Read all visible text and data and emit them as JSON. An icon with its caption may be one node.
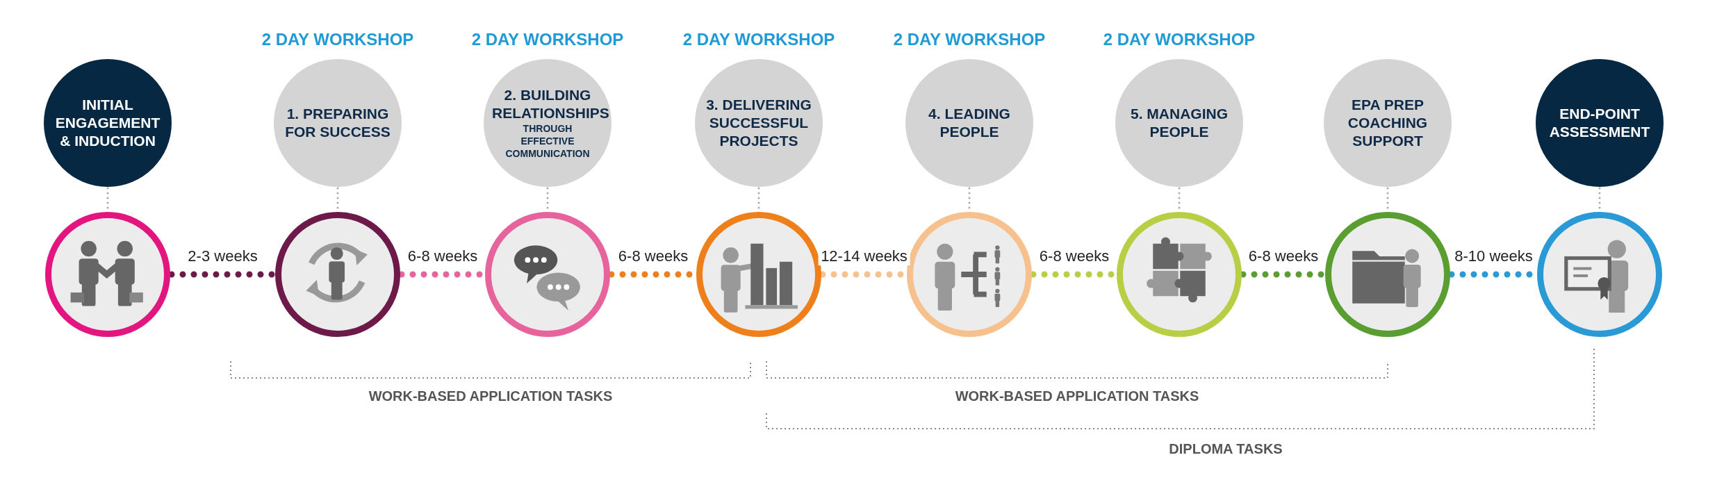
{
  "diagram": {
    "nodes": [
      {
        "text": [
          "INITIAL ENGAGEMENT & INDUCTION"
        ]
      },
      {
        "text": [
          "1. PREPARING FOR SUCCESS"
        ],
        "beside": [
          "2 DAY WORKSHOP"
        ]
      },
      {
        "text": [
          "2. BUILDING RELATIONSHIPS",
          "THROUGH EFFECTIVE COMMUNICATION"
        ],
        "beside": [
          "2 DAY WORKSHOP"
        ]
      },
      {
        "text": [
          "3. DELIVERING SUCCESSFUL PROJECTS"
        ],
        "beside": [
          "2 DAY WORKSHOP"
        ]
      },
      {
        "text": [
          "4. LEADING PEOPLE"
        ],
        "beside": [
          "2 DAY WORKSHOP"
        ]
      },
      {
        "text": [
          "5. MANAGING PEOPLE"
        ],
        "beside": [
          "2 DAY WORKSHOP"
        ]
      },
      {
        "text": [
          "EPA PREP COACHING SUPPORT"
        ]
      },
      {
        "text": [
          "END-POINT ASSESSMENT"
        ]
      },
      {
        "text": [],
        "shape": "circle"
      },
      {
        "text": [],
        "shape": "circle"
      },
      {
        "text": [],
        "shape": "circle"
      },
      {
        "text": [],
        "shape": "circle"
      },
      {
        "text": [],
        "shape": "circle"
      },
      {
        "text": [],
        "shape": "circle"
      },
      {
        "text": [],
        "shape": "circle"
      },
      {
        "text": [],
        "shape": "circle"
      }
    ],
    "edges": [
      {
        "from": 0,
        "to": 8,
        "arrow": "none",
        "style": "dashed"
      },
      {
        "from": 1,
        "to": 9,
        "arrow": "none",
        "style": "dashed"
      },
      {
        "from": 2,
        "to": 10,
        "arrow": "none",
        "style": "dashed"
      },
      {
        "from": 3,
        "to": 11,
        "arrow": "none",
        "style": "dashed"
      },
      {
        "from": 4,
        "to": 12,
        "arrow": "none",
        "style": "dashed"
      },
      {
        "from": 5,
        "to": 13,
        "arrow": "none",
        "style": "dashed"
      },
      {
        "from": 6,
        "to": 14,
        "arrow": "none",
        "style": "dashed"
      },
      {
        "from": 7,
        "to": 15,
        "arrow": "none",
        "style": "dashed"
      },
      {
        "from": 8,
        "to": 9,
        "arrow": "none",
        "label": "2-3 weeks",
        "style": "dashed",
        "color": "#6d1a4a"
      },
      {
        "from": 9,
        "to": 10,
        "arrow": "none",
        "label": "6-8 weeks",
        "style": "dashed",
        "color": "#e6649b"
      },
      {
        "from": 10,
        "to": 11,
        "arrow": "none",
        "label": "6-8 weeks",
        "style": "dashed",
        "color": "#ee7f1a"
      },
      {
        "from": 11,
        "to": 12,
        "arrow": "none",
        "label": "12-14 weeks",
        "style": "dashed",
        "color": "#f6c18c"
      },
      {
        "from": 12,
        "to": 13,
        "arrow": "none",
        "label": "6-8 weeks",
        "style": "dashed",
        "color": "#b8cf45"
      },
      {
        "from": 13,
        "to": 14,
        "arrow": "none",
        "label": "6-8 weeks",
        "style": "dashed",
        "color": "#5a9e32"
      },
      {
        "from": 14,
        "to": 15,
        "arrow": "none",
        "label": "8-10 weeks",
        "style": "dashed",
        "color": "#2a9ad6"
      }
    ],
    "labels": [
      "WORK-BASED APPLICATION TASKS",
      "WORK-BASED APPLICATION TASKS",
      "DIPLOMA TASKS"
    ]
  }
}
